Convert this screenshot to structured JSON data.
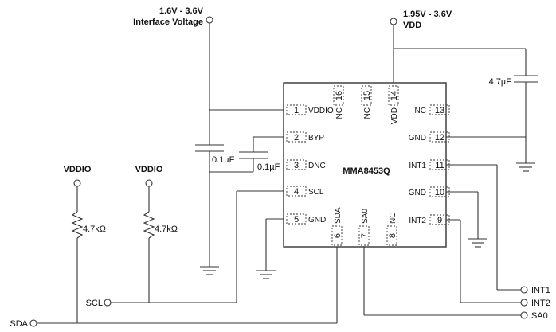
{
  "supplies": {
    "interface_voltage_range": "1.6V - 3.6V",
    "interface_voltage_name": "Interface Voltage",
    "vdd_range": "1.95V - 3.6V",
    "vdd_name": "VDD"
  },
  "chip": {
    "part": "MMA8453Q"
  },
  "pins_left": [
    {
      "num": "1",
      "name": "VDDIO"
    },
    {
      "num": "2",
      "name": "BYP"
    },
    {
      "num": "3",
      "name": "DNC"
    },
    {
      "num": "4",
      "name": "SCL"
    },
    {
      "num": "5",
      "name": "GND"
    }
  ],
  "pins_right": [
    {
      "num": "13",
      "name": "NC"
    },
    {
      "num": "12",
      "name": "GND"
    },
    {
      "num": "11",
      "name": "INT1"
    },
    {
      "num": "10",
      "name": "GND"
    },
    {
      "num": "9",
      "name": "INT2"
    }
  ],
  "pins_top": [
    {
      "num": "16",
      "name": "NC"
    },
    {
      "num": "15",
      "name": "NC"
    },
    {
      "num": "14",
      "name": "VDD"
    }
  ],
  "pins_bottom": [
    {
      "num": "6",
      "name": "SDA"
    },
    {
      "num": "7",
      "name": "SA0"
    },
    {
      "num": "8",
      "name": "NC"
    }
  ],
  "components": {
    "c_vddio": "0.1µF",
    "c_byp": "0.1µF",
    "c_vdd": "4.7µF",
    "r_sda": "4.7kΩ",
    "r_scl": "4.7kΩ"
  },
  "pullup_supply_left": "VDDIO",
  "pullup_supply_right": "VDDIO",
  "signals": {
    "scl": "SCL",
    "sda": "SDA",
    "int1": "INT1",
    "int2": "INT2",
    "sa0": "SA0"
  }
}
